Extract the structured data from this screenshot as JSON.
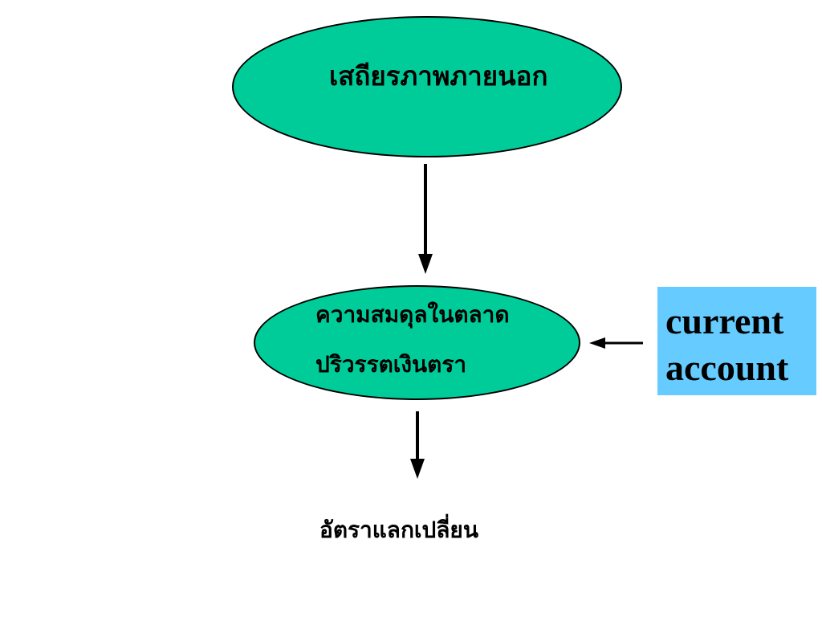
{
  "diagram": {
    "top_node": {
      "label": "เสถียรภาพภายนอก"
    },
    "middle_node": {
      "line1": "ความสมดุลในตลาด",
      "line2": "ปริวรรตเงินตรา"
    },
    "bottom_node": {
      "label": "อัตราแลกเปลี่ยน"
    },
    "callout": {
      "line1": "current",
      "line2": "account"
    },
    "colors": {
      "node_fill": "#00cc99",
      "callout_fill": "#66ccff",
      "arrow": "#000000"
    }
  }
}
